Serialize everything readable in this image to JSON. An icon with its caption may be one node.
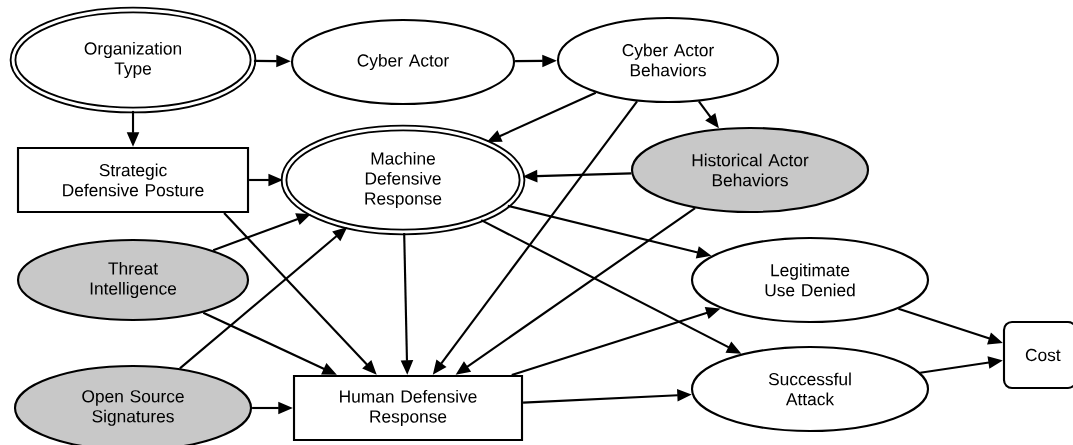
{
  "diagram": {
    "nodes": [
      {
        "text": [
          "Organization Type"
        ]
      },
      {
        "text": [
          "Cyber Actor"
        ]
      },
      {
        "text": [
          "Cyber Actor Behaviors"
        ]
      },
      {
        "text": [
          "Strategic Defensive Posture"
        ]
      },
      {
        "text": [
          "Machine Defensive Response"
        ]
      },
      {
        "text": [
          "Historical Actor Behaviors"
        ]
      },
      {
        "text": [
          "Threat Intelligence"
        ]
      },
      {
        "text": [
          "Legitimate Use Denied"
        ]
      },
      {
        "text": [
          "Open Source Signatures"
        ]
      },
      {
        "text": [
          "Human Defensive Response"
        ]
      },
      {
        "text": [
          "Successful Attack"
        ]
      },
      {
        "text": [
          "Cost"
        ]
      }
    ],
    "edges": [
      {
        "from": 0,
        "to": 1,
        "arrow": "to"
      },
      {
        "from": 1,
        "to": 2,
        "arrow": "to"
      },
      {
        "from": 0,
        "to": 3,
        "arrow": "to"
      },
      {
        "from": 3,
        "to": 4,
        "arrow": "to"
      },
      {
        "from": 2,
        "to": 4,
        "arrow": "to"
      },
      {
        "from": 2,
        "to": 5,
        "arrow": "to"
      },
      {
        "from": 5,
        "to": 4,
        "arrow": "to"
      },
      {
        "from": 2,
        "to": 9,
        "arrow": "to"
      },
      {
        "from": 5,
        "to": 9,
        "arrow": "to"
      },
      {
        "from": 3,
        "to": 9,
        "arrow": "to"
      },
      {
        "from": 6,
        "to": 4,
        "arrow": "to"
      },
      {
        "from": 6,
        "to": 9,
        "arrow": "to"
      },
      {
        "from": 8,
        "to": 4,
        "arrow": "to"
      },
      {
        "from": 8,
        "to": 9,
        "arrow": "to"
      },
      {
        "from": 4,
        "to": 9,
        "arrow": "to"
      },
      {
        "from": 4,
        "to": 7,
        "arrow": "to"
      },
      {
        "from": 4,
        "to": 10,
        "arrow": "to"
      },
      {
        "from": 9,
        "to": 7,
        "arrow": "to"
      },
      {
        "from": 9,
        "to": 10,
        "arrow": "to"
      },
      {
        "from": 7,
        "to": 11,
        "arrow": "to"
      },
      {
        "from": 10,
        "to": 11,
        "arrow": "to"
      }
    ]
  }
}
